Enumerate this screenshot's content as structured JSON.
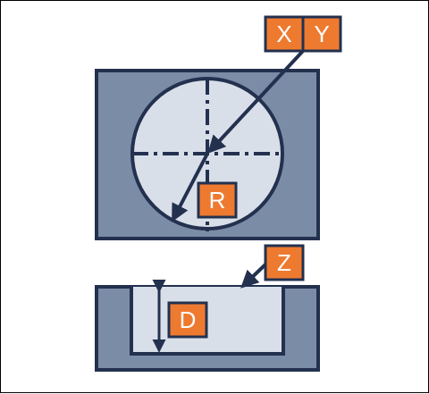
{
  "labels": {
    "x": "X",
    "y": "Y",
    "r": "R",
    "z": "Z",
    "d": "D"
  },
  "colors": {
    "plate": "#7b8ca6",
    "face": "#d9dfe9",
    "stroke": "#23314f",
    "tag": "#ee7a30",
    "tag_text": "#ffffff",
    "background": "#ffffff"
  }
}
